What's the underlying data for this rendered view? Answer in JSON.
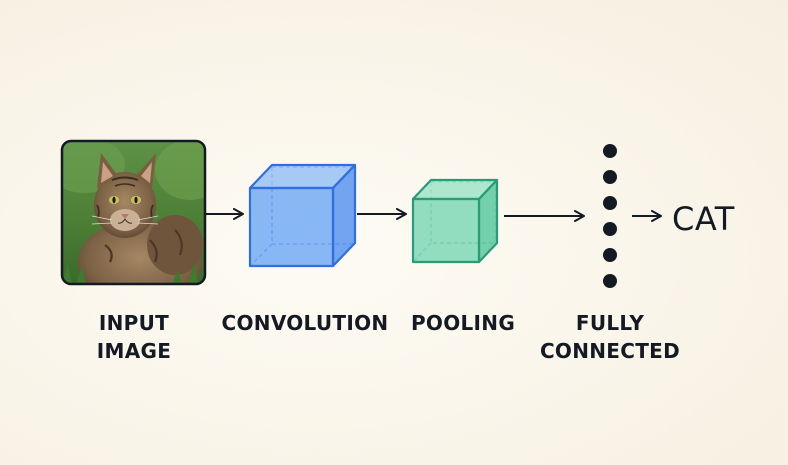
{
  "diagram": {
    "stages": [
      {
        "label_lines": [
          "INPUT",
          "IMAGE"
        ],
        "image_subject": "tabby-cat-photo"
      },
      {
        "label_lines": [
          "CONVOLUTION"
        ],
        "color": "#2f6fdf",
        "fill": "#5b9cf5"
      },
      {
        "label_lines": [
          "POOLING"
        ],
        "color": "#2a9b76",
        "fill": "#6fd3b0"
      },
      {
        "label_lines": [
          "FULLY",
          "CONNECTED"
        ],
        "node_count": 6,
        "node_color": "#141a24"
      }
    ],
    "output": {
      "label": "CAT"
    },
    "arrow_color": "#141a24"
  }
}
